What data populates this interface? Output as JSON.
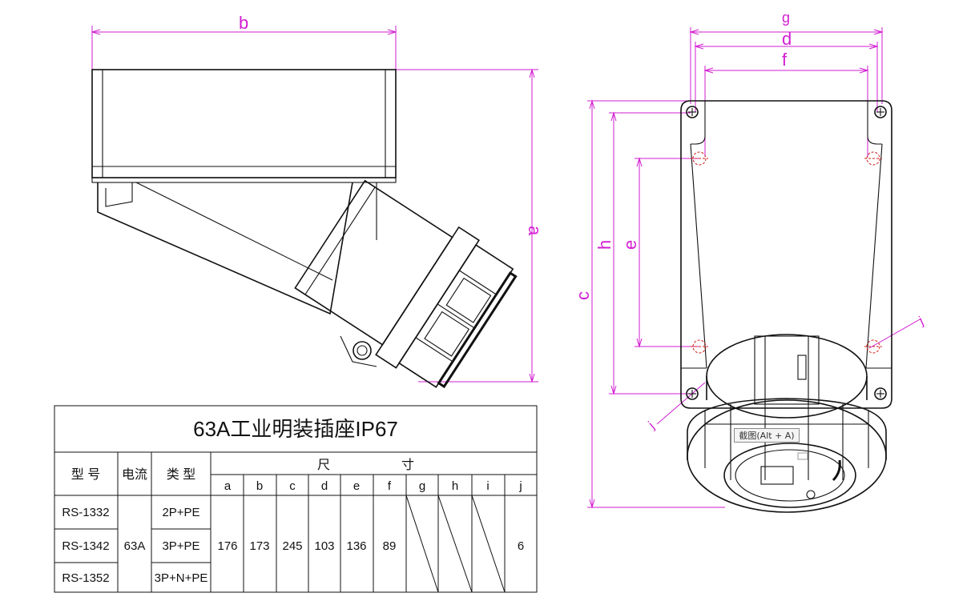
{
  "table": {
    "title": "63A工业明装插座IP67",
    "headers": {
      "model": "型 号",
      "current": "电流",
      "type": "类 型",
      "size_left": "尺",
      "size_right": "寸"
    },
    "dim_columns": [
      "a",
      "b",
      "c",
      "d",
      "e",
      "f",
      "g",
      "h",
      "i",
      "j"
    ],
    "rows": [
      {
        "model": "RS-1332",
        "type": "2P+PE"
      },
      {
        "model": "RS-1342",
        "type": "3P+PE"
      },
      {
        "model": "RS-1352",
        "type": "3P+N+PE"
      }
    ],
    "current_value": "63A",
    "values": {
      "a": "176",
      "b": "173",
      "c": "245",
      "d": "103",
      "e": "136",
      "f": "89",
      "j": "6"
    }
  },
  "dimension_labels": {
    "left": {
      "b": "b",
      "a": "a"
    },
    "right": {
      "g": "g",
      "d": "d",
      "f": "f",
      "c": "c",
      "h": "h",
      "e": "e",
      "j_top": "j",
      "j_bottom": "j"
    }
  },
  "tooltip": {
    "text": "截图(Alt + A)"
  },
  "colors": {
    "dimension": "#d21ed2",
    "outline": "#111111",
    "hole_marks": "#d21e1e"
  }
}
